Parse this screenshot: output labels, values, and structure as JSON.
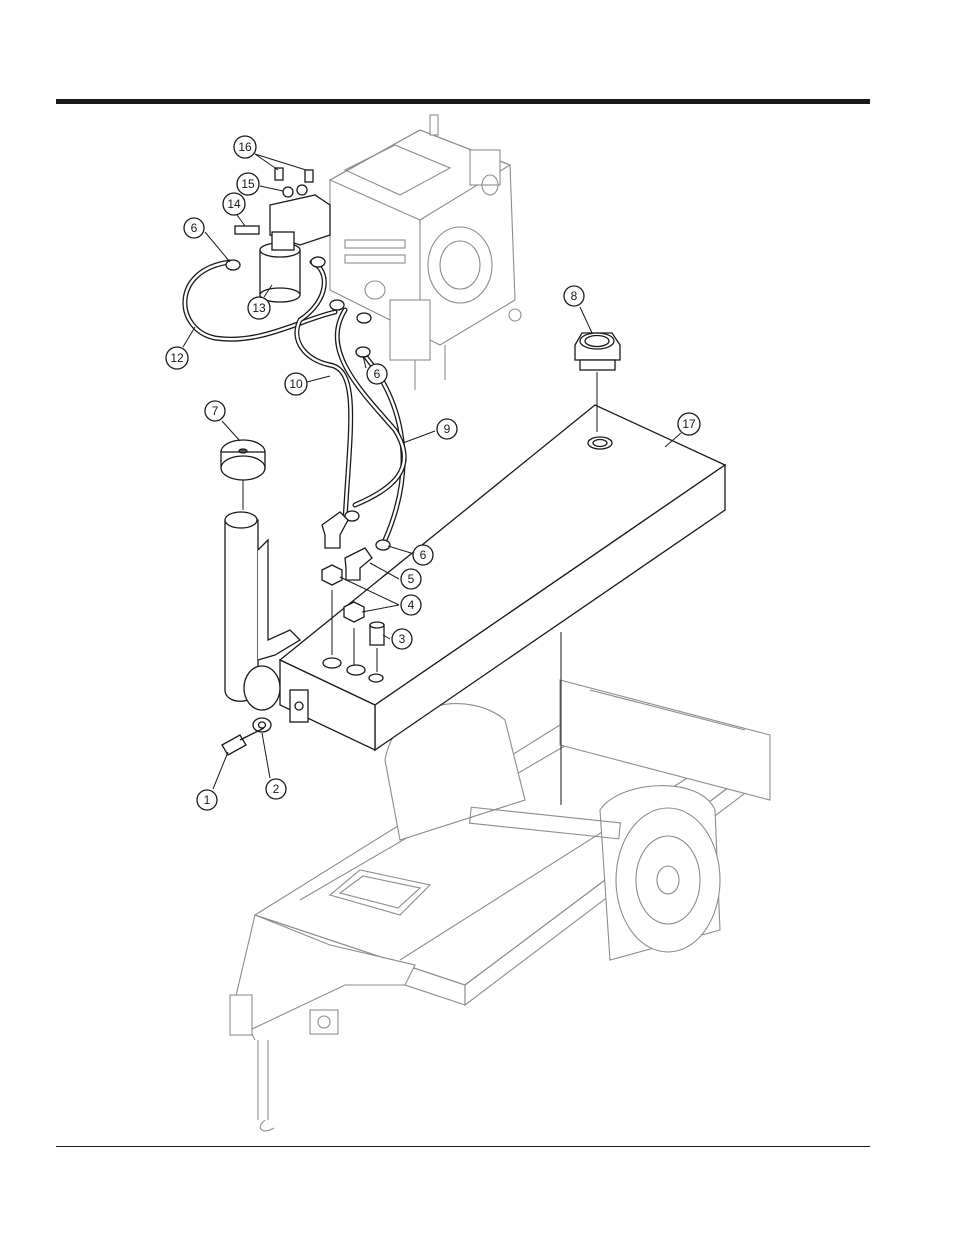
{
  "callouts": [
    {
      "id": "c1",
      "label": "1"
    },
    {
      "id": "c2",
      "label": "2"
    },
    {
      "id": "c3",
      "label": "3"
    },
    {
      "id": "c4",
      "label": "4"
    },
    {
      "id": "c5",
      "label": "5"
    },
    {
      "id": "c6a",
      "label": "6"
    },
    {
      "id": "c6b",
      "label": "6"
    },
    {
      "id": "c6c",
      "label": "6"
    },
    {
      "id": "c7",
      "label": "7"
    },
    {
      "id": "c8",
      "label": "8"
    },
    {
      "id": "c9",
      "label": "9"
    },
    {
      "id": "c10",
      "label": "10"
    },
    {
      "id": "c12",
      "label": "12"
    },
    {
      "id": "c13",
      "label": "13"
    },
    {
      "id": "c14",
      "label": "14"
    },
    {
      "id": "c15",
      "label": "15"
    },
    {
      "id": "c16",
      "label": "16"
    },
    {
      "id": "c17",
      "label": "17"
    }
  ],
  "colors": {
    "ink": "#1a1a1a",
    "ghost": "#8c8c8c",
    "paper": "#ffffff"
  }
}
